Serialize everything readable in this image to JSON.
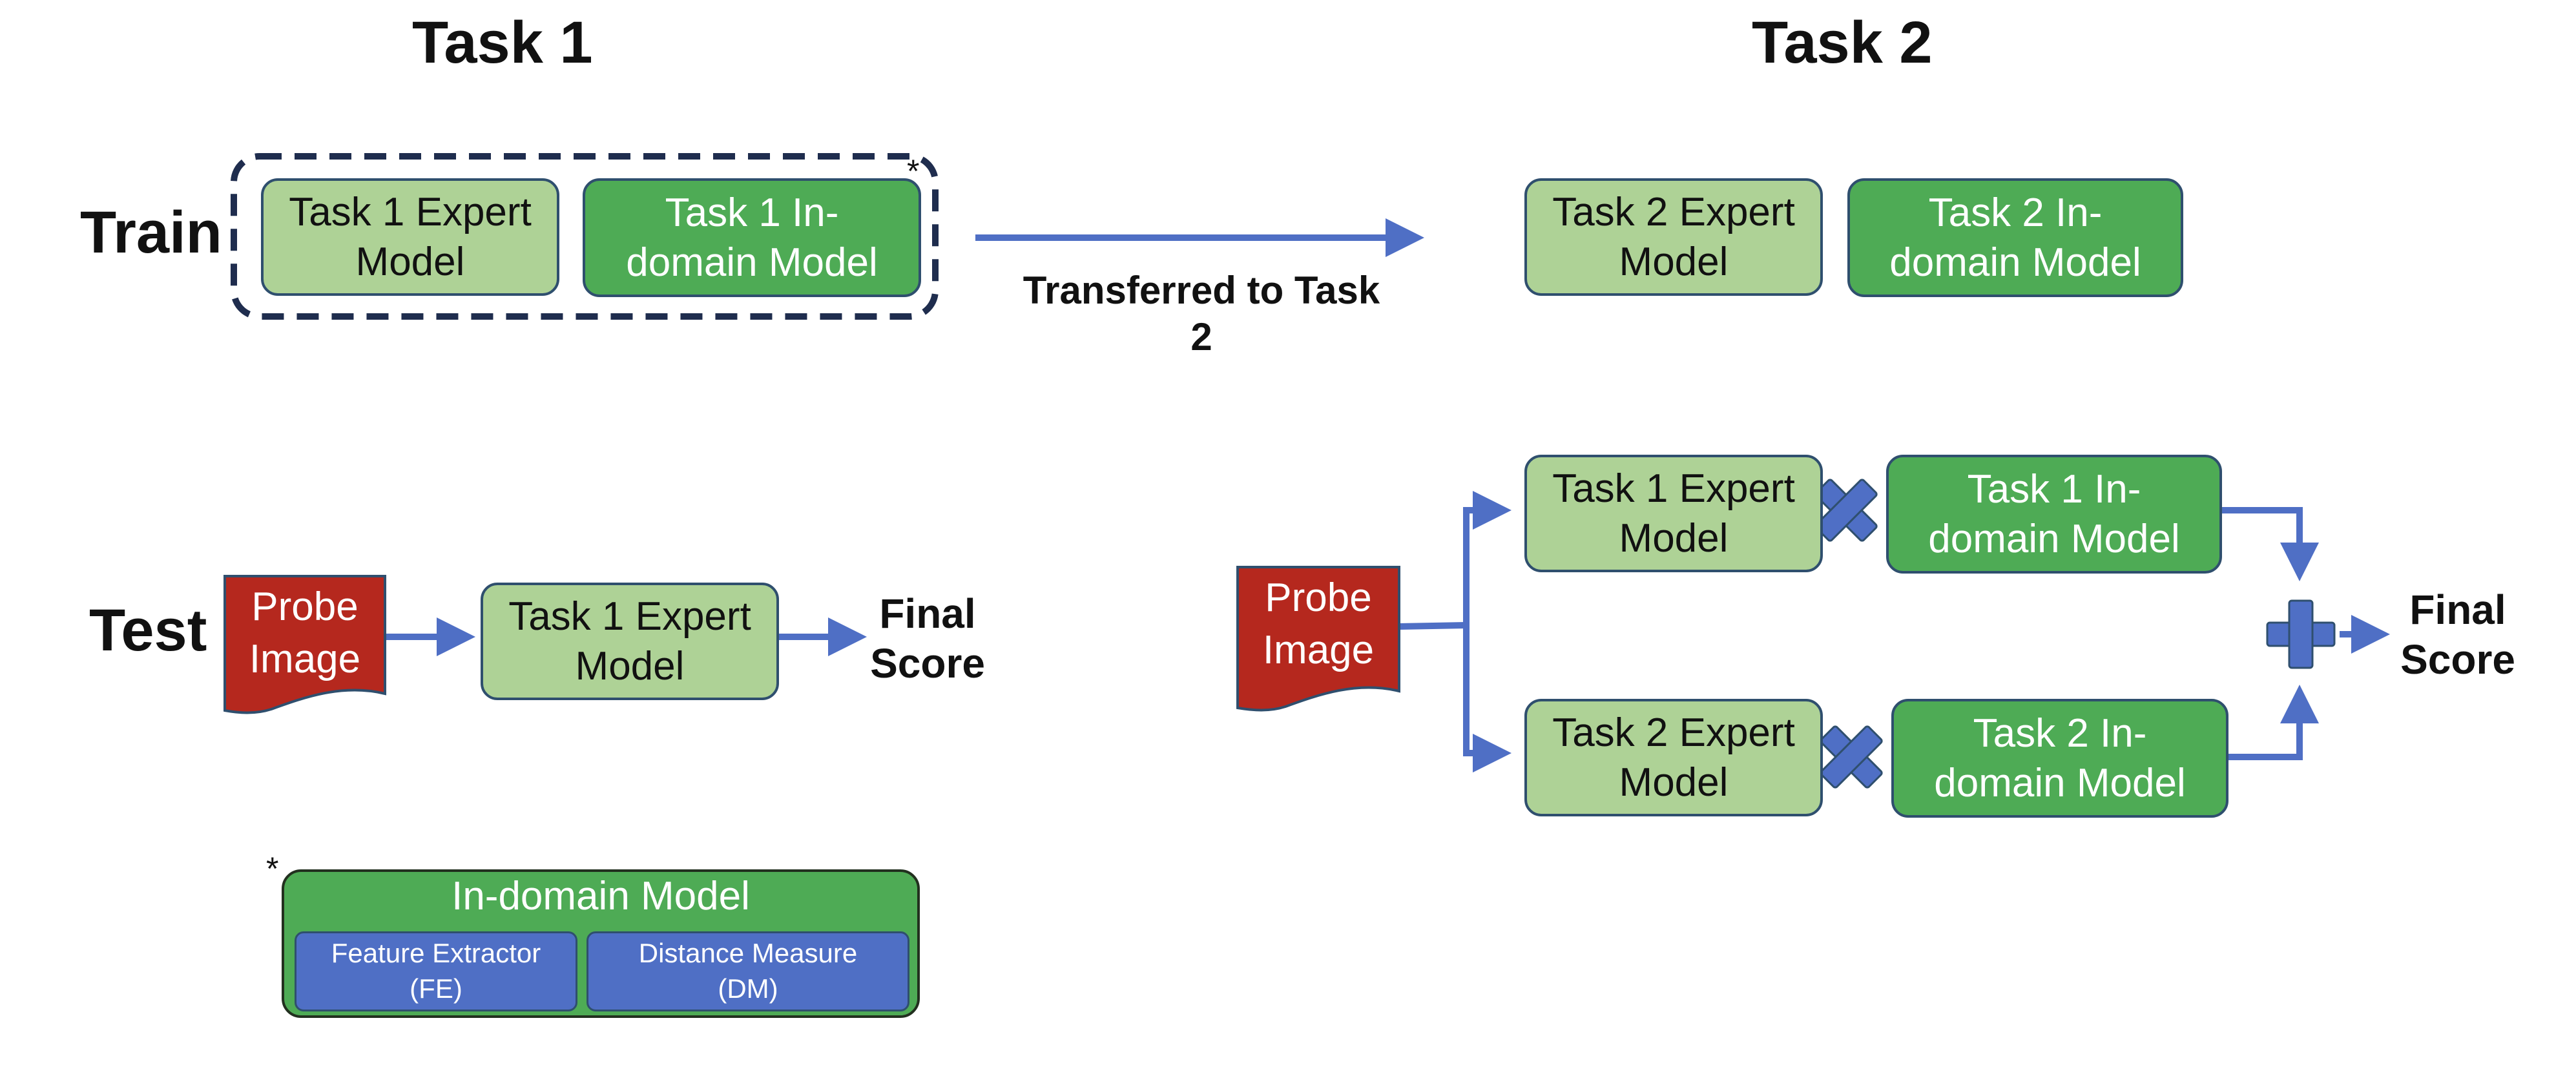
{
  "headers": {
    "task1": "Task 1",
    "task2": "Task 2"
  },
  "rows": {
    "train": "Train",
    "test": "Test"
  },
  "train": {
    "task1_expert": "Task 1 Expert\nModel",
    "task1_indomain": "Task 1 In-\ndomain Model",
    "asterisk": "*",
    "transfer_label": "Transferred to Task 2",
    "task2_expert": "Task 2 Expert\nModel",
    "task2_indomain": "Task 2 In-\ndomain Model"
  },
  "test_task1": {
    "probe": "Probe\nImage",
    "expert": "Task 1 Expert\nModel",
    "final": "Final\nScore"
  },
  "test_task2": {
    "probe": "Probe\nImage",
    "task1_expert": "Task 1 Expert\nModel",
    "task1_indomain": "Task 1 In-\ndomain Model",
    "task2_expert": "Task 2 Expert\nModel",
    "task2_indomain": "Task 2 In-\ndomain Model",
    "final": "Final\nScore"
  },
  "legend": {
    "asterisk": "*",
    "title": "In-domain Model",
    "fe": "Feature Extractor\n(FE)",
    "dm": "Distance Measure\n(DM)"
  },
  "colors": {
    "light_green": "#aed296",
    "dark_green": "#4eab55",
    "blue": "#4f6fc5",
    "red": "#b5281e",
    "border": "#2f4f6e",
    "dashed": "#1f2d4e"
  },
  "icons": {
    "multiply": "multiply-icon",
    "plus": "plus-icon"
  }
}
